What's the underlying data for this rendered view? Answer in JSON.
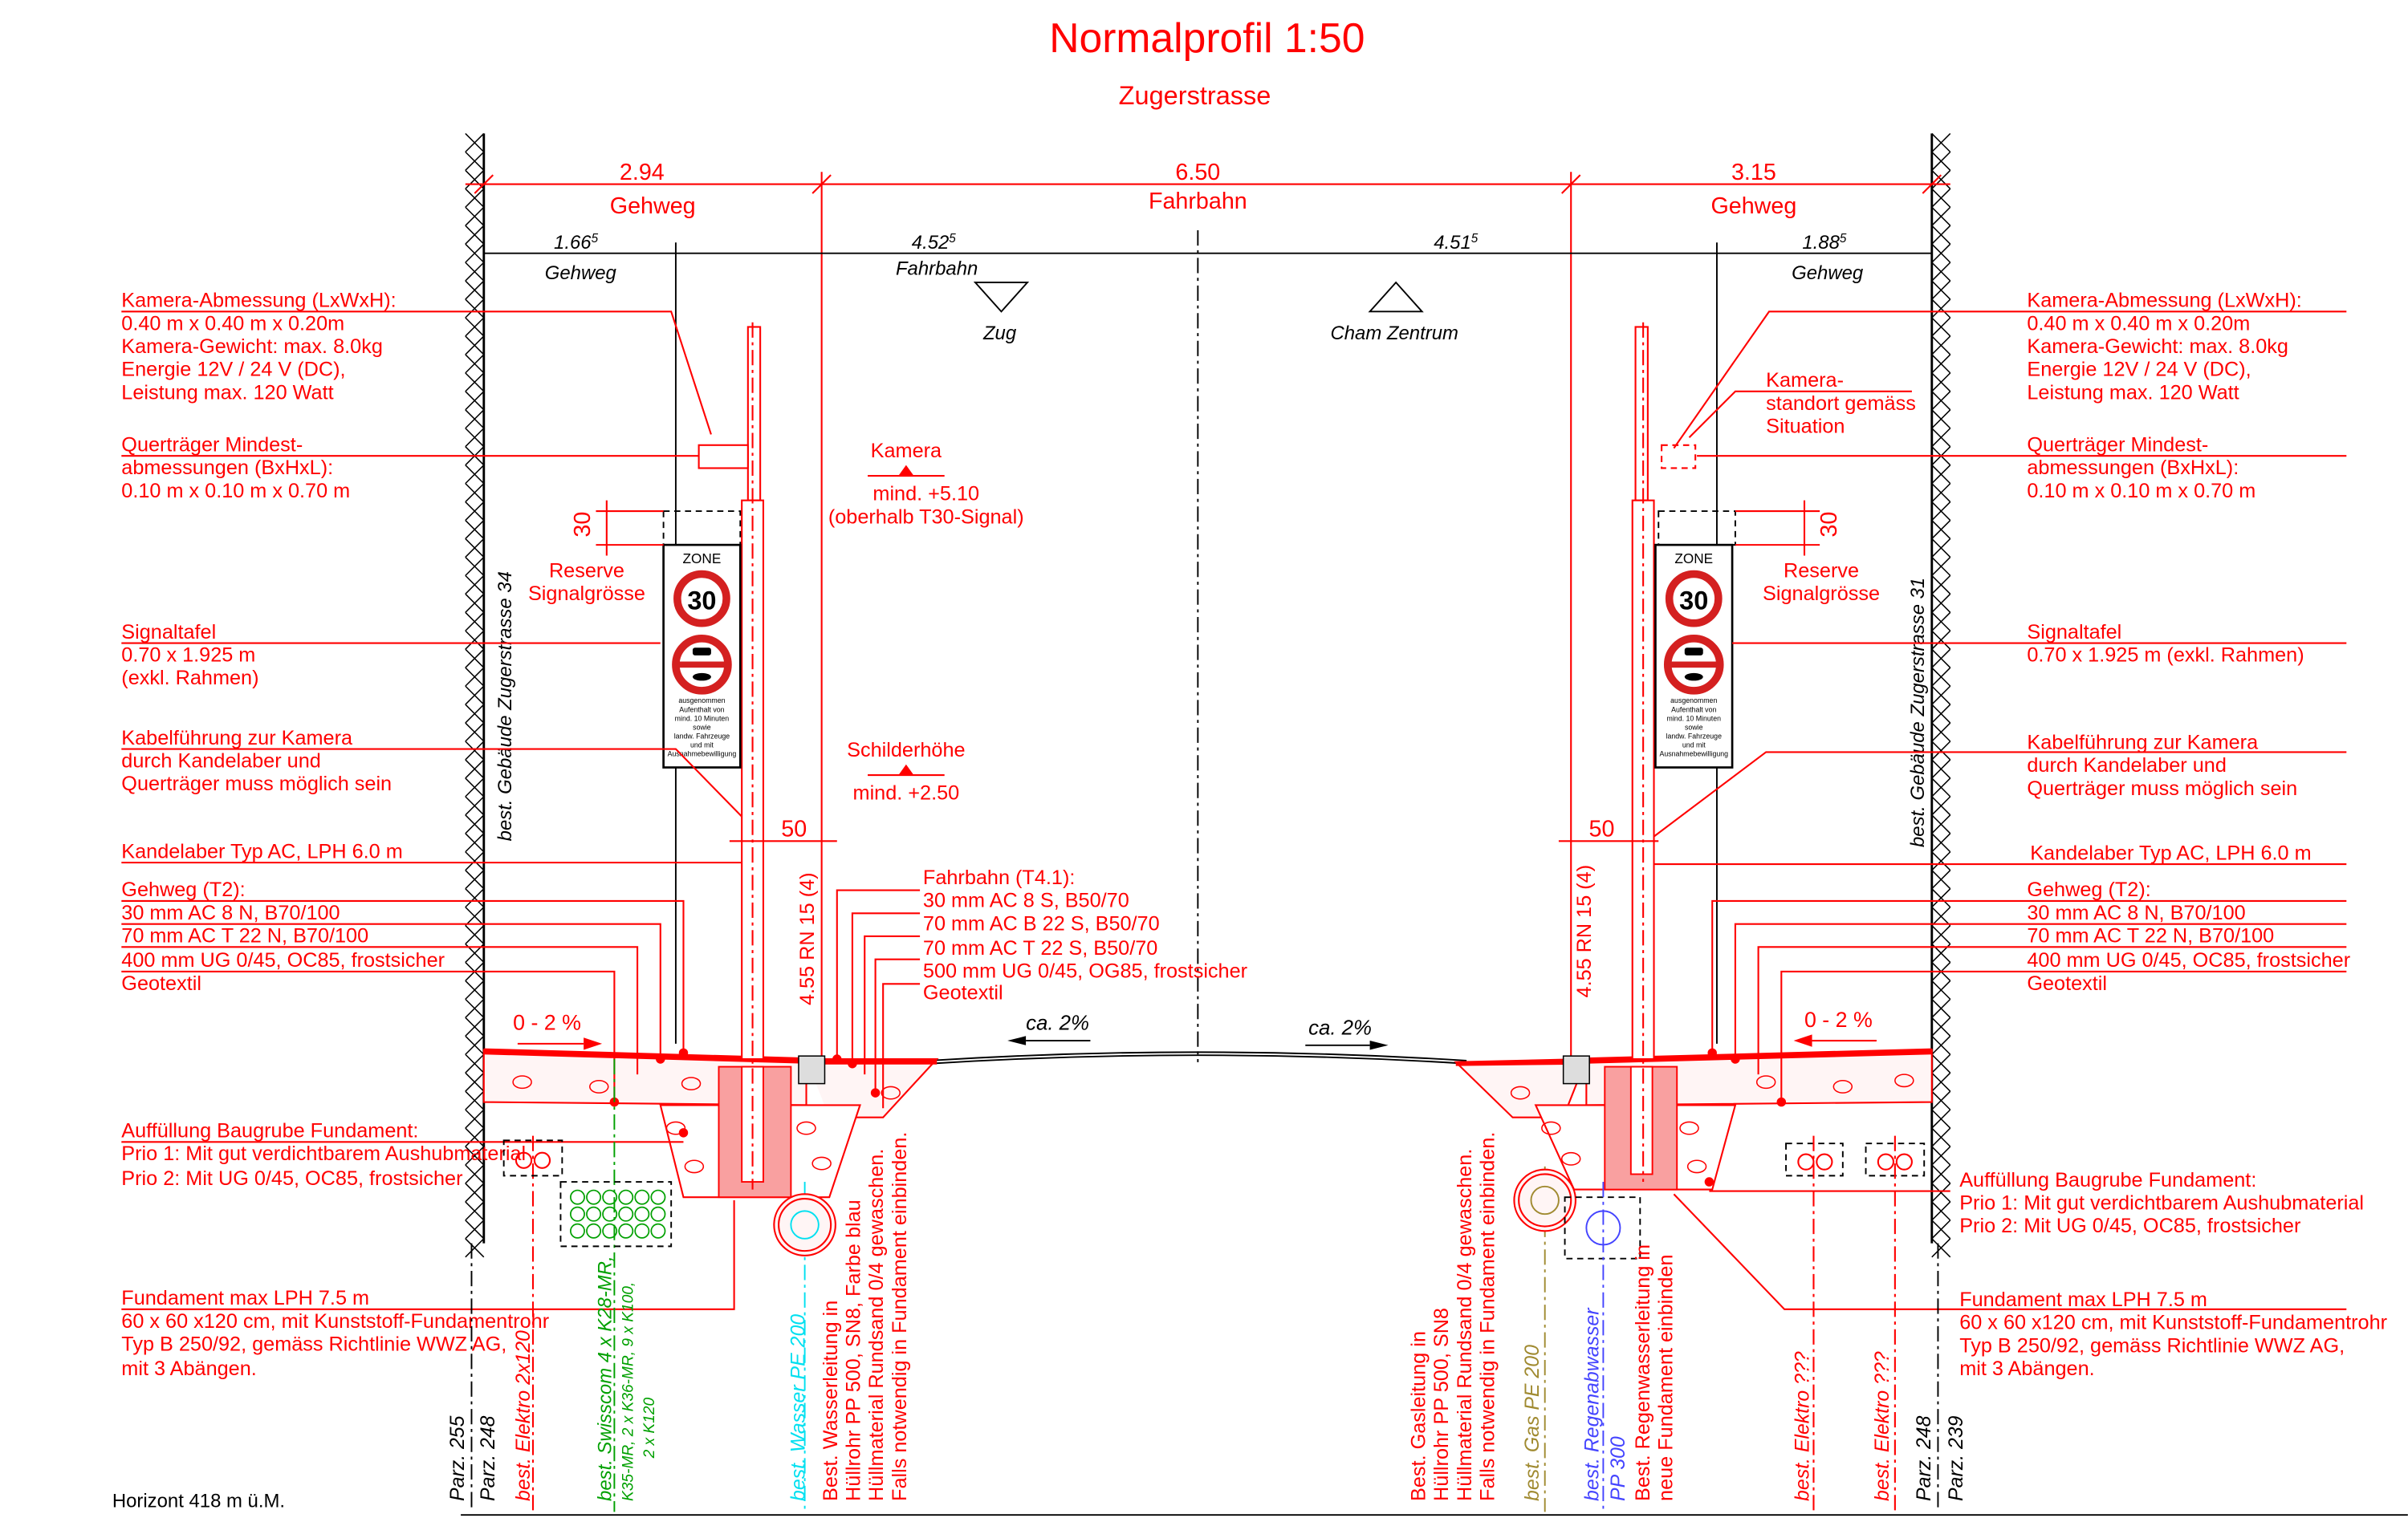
{
  "title": "Normalprofil 1:50",
  "subtitle": "Zugerstrasse",
  "dims_top": {
    "left": "2.94",
    "center": "6.50",
    "right": "3.15",
    "left_label": "Gehweg",
    "center_label": "Fahrbahn",
    "right_label": "Gehweg"
  },
  "dims_second": {
    "d1": "1.66",
    "d2": "4.52",
    "d3": "4.51",
    "d4": "1.88",
    "sup": "5",
    "l1": "Gehweg",
    "l2": "Fahrbahn",
    "l3": "Gehweg",
    "dir_left": "Zug",
    "dir_right": "Cham Zentrum"
  },
  "left_notes": {
    "camera": [
      "Kamera-Abmessung (LxWxH):",
      "0.40 m x 0.40 m x 0.20m",
      "Kamera-Gewicht: max. 8.0kg",
      "Energie 12V / 24 V (DC),",
      "Leistung max. 120 Watt"
    ],
    "traverse": [
      "Querträger Mindest-",
      "abmessungen (BxHxL):",
      "0.10 m x 0.10 m x 0.70 m"
    ],
    "sign": [
      "Signaltafel",
      "0.70 x 1.925 m",
      "(exkl. Rahmen)"
    ],
    "cable": [
      "Kabelführung zur Kamera",
      "durch Kandelaber und",
      "Querträger muss möglich sein"
    ],
    "pole": "Kandelaber Typ AC, LPH 6.0 m",
    "sidewalk": [
      "Gehweg (T2):",
      "30 mm AC 8 N, B70/100",
      "70 mm AC T 22 N, B70/100",
      "400 mm UG 0/45, OC85, frostsicher",
      "Geotextil"
    ],
    "fill": [
      "Auffüllung Baugrube Fundament:",
      "Prio 1: Mit gut verdichtbarem Aushubmaterial",
      "Prio 2: Mit UG 0/45, OC85, frostsicher"
    ],
    "foundation": [
      "Fundament max LPH 7.5 m",
      "60 x 60 x120 cm, mit Kunststoff-Fundamentrohr",
      "Typ B 250/92, gemäss Richtlinie WWZ AG,",
      "mit 3 Abängen."
    ]
  },
  "right_notes": {
    "camera": [
      "Kamera-Abmessung (LxWxH):",
      "0.40 m x 0.40 m x 0.20m",
      "Kamera-Gewicht: max. 8.0kg",
      "Energie 12V / 24 V (DC),",
      "Leistung max. 120 Watt"
    ],
    "camera_site": [
      "Kamera-",
      "standort gemäss",
      "Situation"
    ],
    "traverse": [
      "Querträger Mindest-",
      "abmessungen (BxHxL):",
      "0.10 m x 0.10 m x 0.70 m"
    ],
    "sign": [
      "Signaltafel",
      "0.70 x 1.925 m (exkl. Rahmen)"
    ],
    "cable": [
      "Kabelführung zur Kamera",
      "durch Kandelaber und",
      "Querträger muss möglich sein"
    ],
    "pole": "Kandelaber Typ AC, LPH 6.0 m",
    "sidewalk": [
      "Gehweg (T2):",
      "30 mm AC 8 N, B70/100",
      "70 mm AC T 22 N, B70/100",
      "400 mm UG 0/45, OC85, frostsicher",
      "Geotextil"
    ],
    "fill": [
      "Auffüllung Baugrube Fundament:",
      "Prio 1: Mit gut verdichtbarem Aushubmaterial",
      "Prio 2: Mit UG 0/45, OC85, frostsicher"
    ],
    "foundation": [
      "Fundament max LPH 7.5 m",
      "60 x 60 x120 cm, mit Kunststoff-Fundamentrohr",
      "Typ B 250/92, gemäss Richtlinie WWZ AG,",
      "mit 3 Abängen."
    ]
  },
  "center_notes": {
    "camera": [
      "Kamera",
      "mind. +5.10",
      "(oberhalb T30-Signal)"
    ],
    "sign_height": [
      "Schilderhöhe",
      "mind. +2.50"
    ],
    "road": [
      "Fahrbahn (T4.1):",
      "30 mm AC 8 S, B50/70",
      "70 mm AC B 22 S, B50/70",
      "70 mm AC T 22 S, B50/70",
      "500 mm UG 0/45, OG85, frostsicher",
      "Geotextil"
    ],
    "reserve": [
      "Reserve",
      "Signalgrösse"
    ],
    "reserve_dim": "30",
    "offset": "50",
    "height": "4.55 RN 15 (4)",
    "slope_sidewalk": "0 - 2 %",
    "slope_road": "ca. 2%"
  },
  "buildings": {
    "left": "best. Gebäude   Zugerstrasse 34",
    "right": "best. Gebäude   Zugerstrasse 31"
  },
  "sign": {
    "zone": "ZONE",
    "speed": "30",
    "text": [
      "ausgenommen",
      "Aufenthalt von",
      "mind. 10 Minuten",
      "sowie",
      "landw. Fahrzeuge",
      "und mit",
      "Ausnahmebewilligung"
    ]
  },
  "utilities": {
    "parz_255": "Parz. 255",
    "parz_248_l": "Parz. 248",
    "elektro_l": "best. Elektro 2x120",
    "swisscom": [
      "best. Swisscom 4 x K28-MR,",
      "K35-MR, 2 x K36-MR, 9 x K100,",
      "2 x K120"
    ],
    "wasser": "best. Wasser PE 200",
    "wasser_note": [
      "Best. Wasserleitung in",
      "Hüllrohr PP 500, SN8, Farbe blau",
      "Hüllmaterial Rundsand 0/4 gewaschen.",
      "Falls notwendig in Fundament einbinden."
    ],
    "gas_note": [
      "Best. Gasleitung in",
      "Hüllrohr PP 500, SN8",
      "Hüllmaterial Rundsand 0/4 gewaschen.",
      "Falls notwendig in Fundament einbinden."
    ],
    "gas": "best. Gas PE 200",
    "regen": [
      "best. Regenabwasser",
      "PP 300"
    ],
    "regen_note": [
      "Best. Regenwasserleitung in",
      "neue Fundament einbinden"
    ],
    "elektro_r1": "best. Elektro ???",
    "elektro_r2": "best. Elektro ???",
    "parz_248_r": "Parz. 248",
    "parz_239": "Parz. 239"
  },
  "horizon": "Horizont 418 m ü.M.",
  "colors": {
    "red": "#ff0000",
    "green": "#00a000",
    "cyan": "#00e0f0",
    "blue": "#4444ff",
    "olive": "#a08a30",
    "pink": "#f9a0a0"
  }
}
